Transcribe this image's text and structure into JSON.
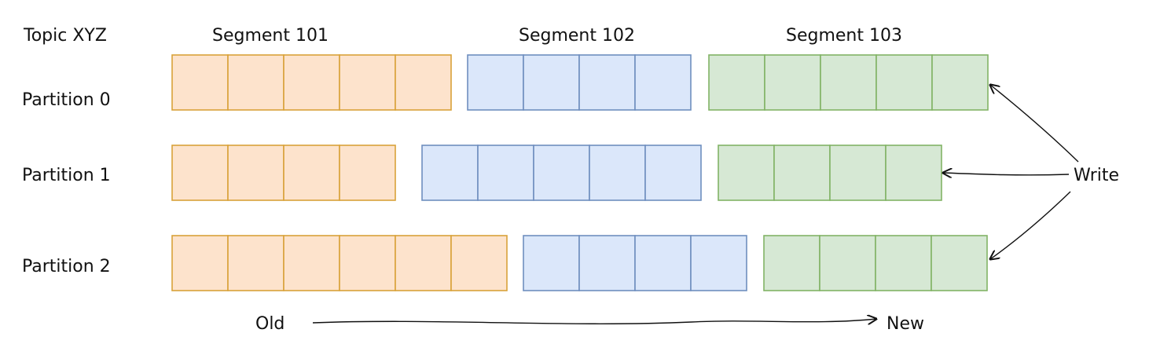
{
  "topic_label": "Topic XYZ",
  "segment_labels": [
    "Segment 101",
    "Segment 102",
    "Segment 103"
  ],
  "partitions": [
    {
      "label": "Partition 0",
      "segment_cells": [
        5,
        4,
        5
      ]
    },
    {
      "label": "Partition 1",
      "segment_cells": [
        4,
        5,
        4
      ]
    },
    {
      "label": "Partition 2",
      "segment_cells": [
        6,
        4,
        4
      ]
    }
  ],
  "write_label": "Write",
  "time_axis": {
    "old_label": "Old",
    "new_label": "New"
  },
  "colors": {
    "segment_fills": [
      "#fde3cc",
      "#dbe7fa",
      "#d6e8d4"
    ],
    "segment_strokes": [
      "#d9a23a",
      "#6f8fbf",
      "#82b366"
    ],
    "ink": "#111111"
  }
}
